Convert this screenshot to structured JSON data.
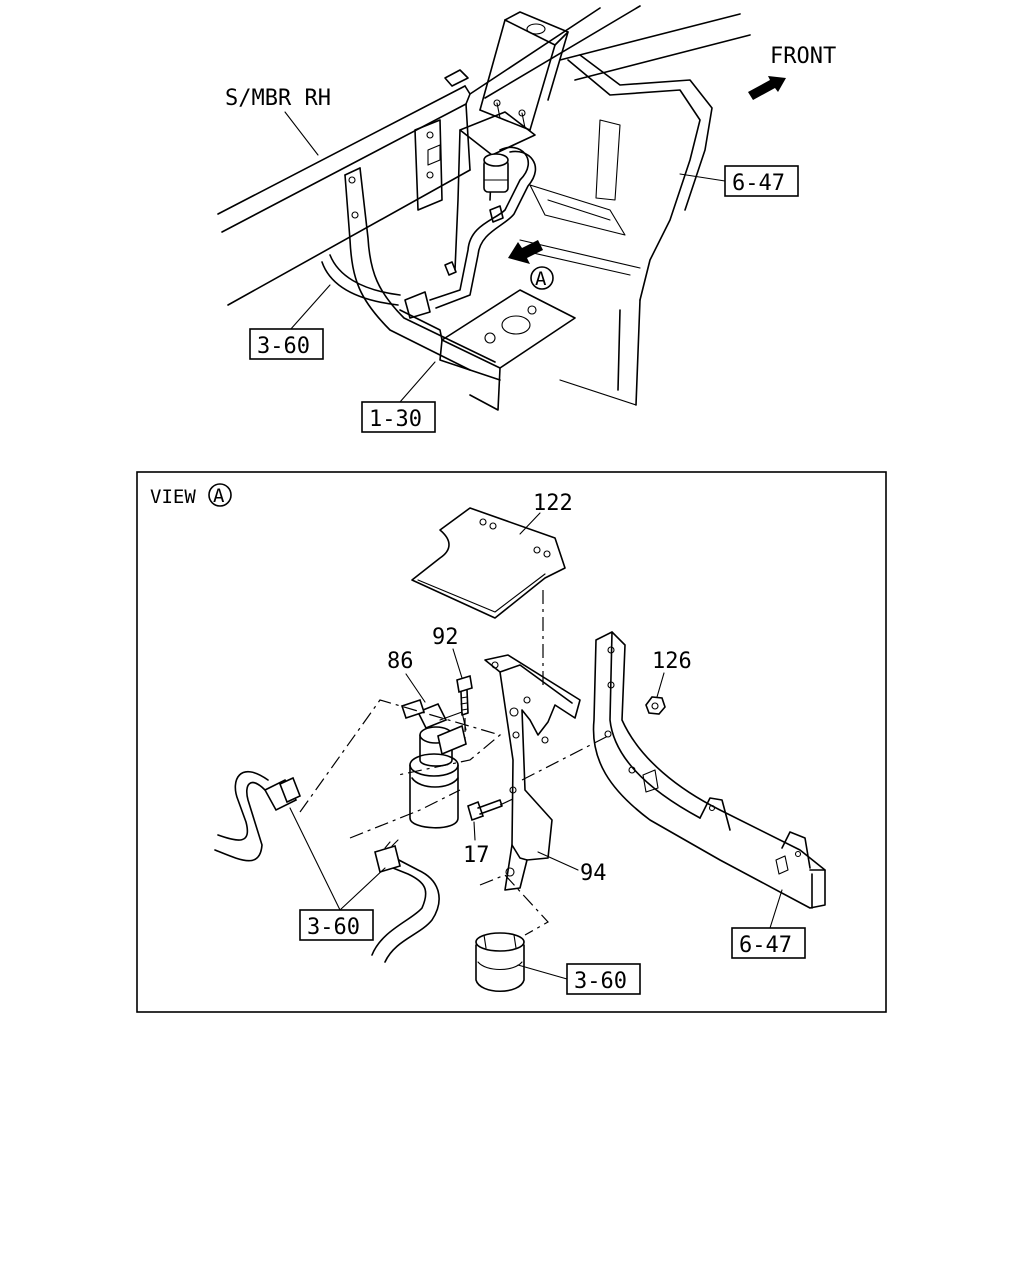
{
  "top_view": {
    "member_label": "S/MBR RH",
    "front_label": "FRONT",
    "view_marker": "A",
    "refs": {
      "panel_ref": "6-47",
      "hose_ref": "3-60",
      "frame_ref": "1-30"
    }
  },
  "detail_view": {
    "title": "VIEW",
    "view_marker": "A",
    "parts": {
      "cover": "122",
      "bolt_top": "92",
      "dryer": "86",
      "nut": "126",
      "bolt_bottom": "17",
      "bracket": "94"
    },
    "refs": {
      "hose_ref": "3-60",
      "clip_ref": "3-60",
      "frame_ref": "6-47"
    }
  }
}
